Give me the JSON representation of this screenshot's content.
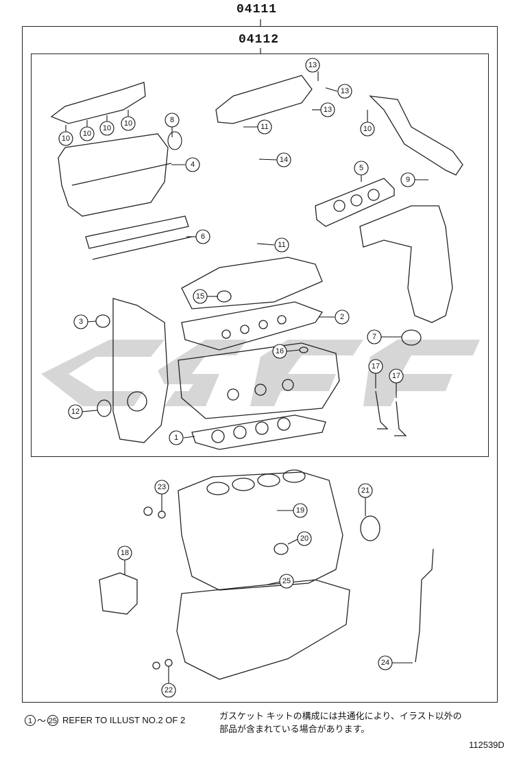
{
  "header": {
    "outer_part_number": "04111",
    "inner_part_number": "04112"
  },
  "watermark": {
    "color": "#c8c8c8"
  },
  "callouts": {
    "c13a": "13",
    "c13b": "13",
    "c13c": "13",
    "c10a": "10",
    "c10b": "10",
    "c10c": "10",
    "c10d": "10",
    "c10e": "10",
    "c8": "8",
    "c4": "4",
    "c11a": "11",
    "c14": "14",
    "c5": "5",
    "c9": "9",
    "c6": "6",
    "c11b": "11",
    "c15": "15",
    "c2": "2",
    "c3": "3",
    "c7": "7",
    "c16": "16",
    "c17a": "17",
    "c17b": "17",
    "c12": "12",
    "c1": "1",
    "c23": "23",
    "c19": "19",
    "c21": "21",
    "c20": "20",
    "c18": "18",
    "c25": "25",
    "c24": "24",
    "c22": "22"
  },
  "footer": {
    "ref_start": "1",
    "ref_tilde": "～",
    "ref_end": "25",
    "ref_text": "REFER TO ILLUST NO.2 OF 2",
    "jp_note_line1": "ガスケット キットの構成には共通化により、イラスト以外の",
    "jp_note_line2": "部品が含まれている場合があります。",
    "illustration_id": "112539D"
  }
}
